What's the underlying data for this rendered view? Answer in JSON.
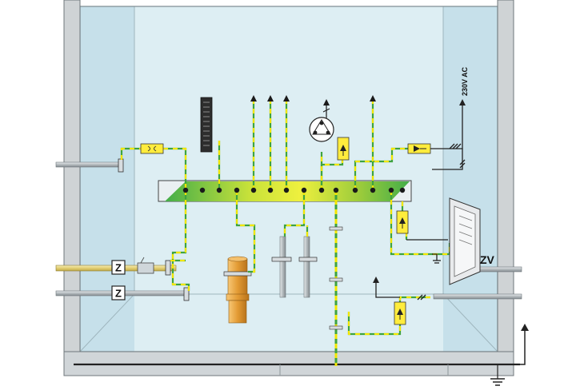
{
  "labels": {
    "supply_voltage": "230V AC",
    "meter_box": "ZV",
    "meter_symbol_top": "Z",
    "meter_symbol_bottom": "Z"
  },
  "colors": {
    "room_background": "#ddeef3",
    "side_walls": "#bfdde7",
    "wall_frame": "#c8cdd0",
    "floor": "#c9cfd2",
    "conductor_green": "#3fa33f",
    "conductor_yellow": "#f2e600",
    "bar_green": "#52b848",
    "bar_yellow": "#e8e832",
    "pipe_gas": "#e4d27a",
    "pipe_drain": "#e7a23a",
    "pipe_grey": "#aeb5b9",
    "connector_fill": "#ffec3d"
  },
  "icons": [
    "ground-icon",
    "arrow-up-icon",
    "lightning-arrester-icon",
    "socket-icon",
    "clamp-icon",
    "insulating-piece-icon"
  ]
}
